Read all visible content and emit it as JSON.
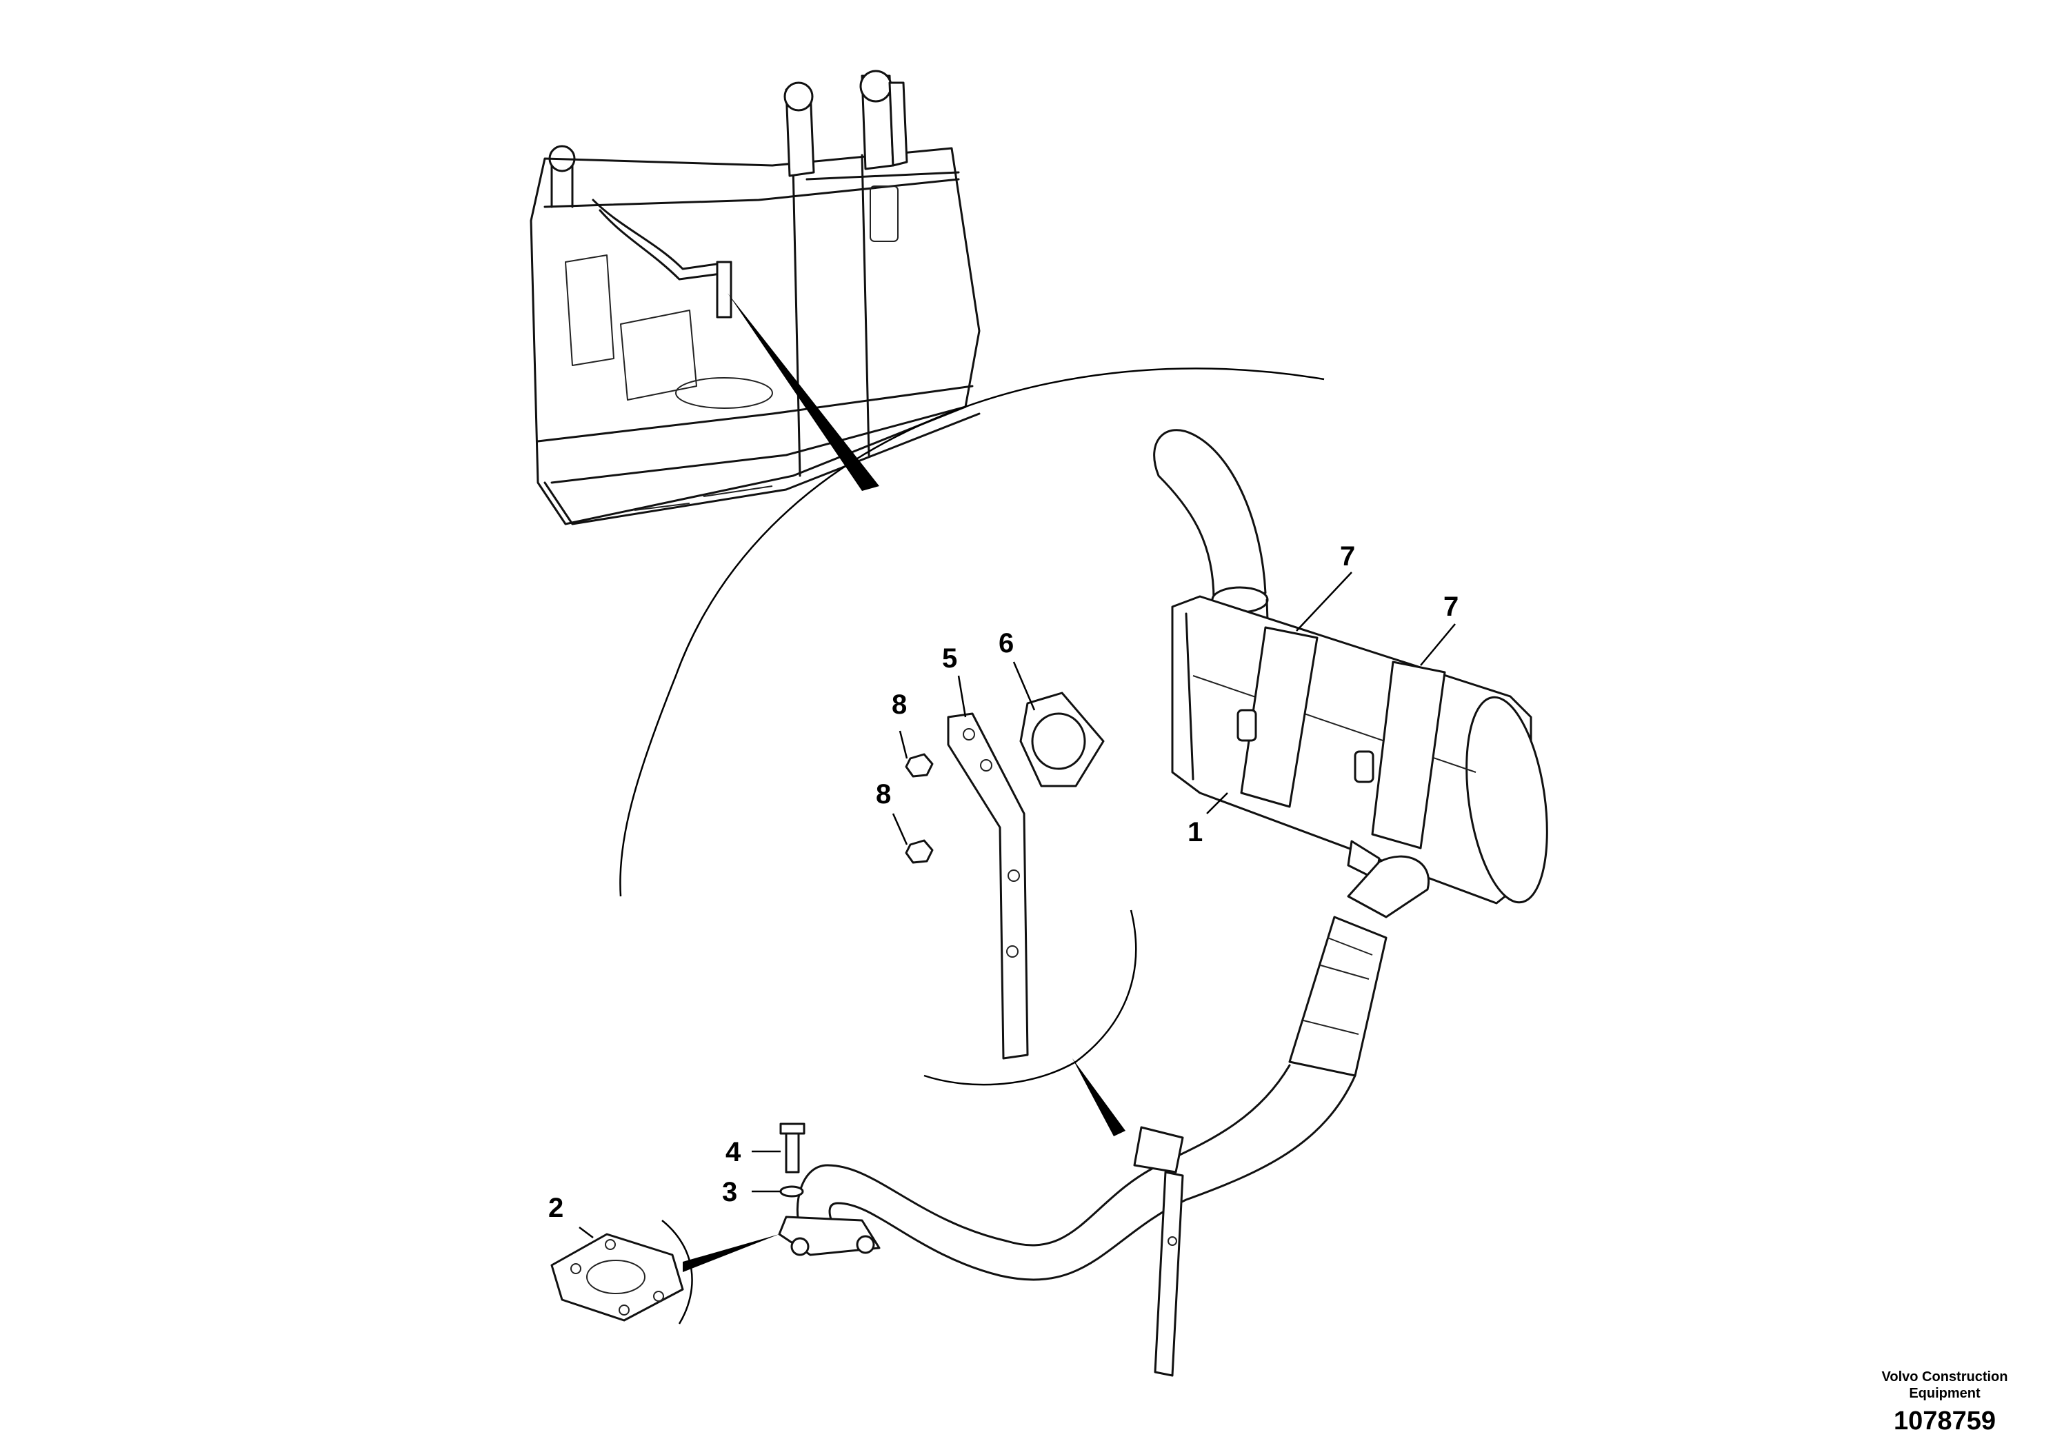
{
  "callouts": {
    "c1": "1",
    "c2": "2",
    "c3": "3",
    "c4": "4",
    "c5": "5",
    "c6": "6",
    "c7a": "7",
    "c7b": "7",
    "c8a": "8",
    "c8b": "8"
  },
  "footer": {
    "maker_line1": "Volvo Construction",
    "maker_line2": "Equipment",
    "doc_number": "1078759"
  }
}
